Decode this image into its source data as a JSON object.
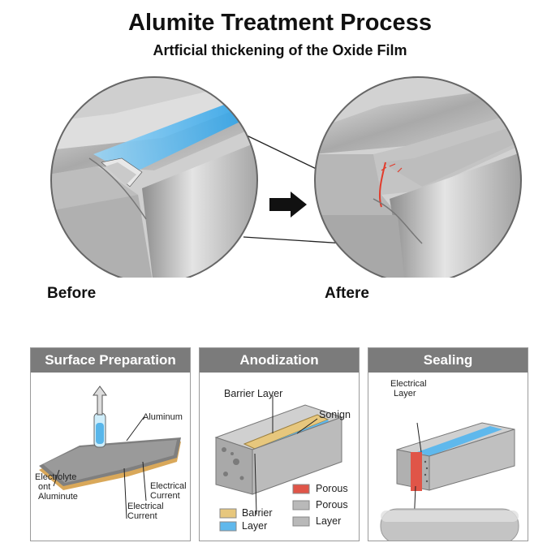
{
  "title": "Alumite Treatment Process",
  "subtitle": "Artficial thickening of the Oxide Film",
  "before_label": "Before",
  "after_label": "Aftere",
  "colors": {
    "panel_header": "#7b7b7b",
    "blue_layer": "#5fb8ec",
    "gold_layer": "#d9b96a",
    "red_layer": "#e05548",
    "metal": "#b9b9b9"
  },
  "panels": [
    {
      "header": "Surface Preparation",
      "labels": {
        "aluminum": "Aluminum",
        "electrolyte": "Electrolyte",
        "ont": "ont",
        "aluminute": "Aluminute",
        "electrical_current_a": "Electrical",
        "current_a": "Current",
        "electrical_current_b": "Electrical",
        "current_b": "Current"
      }
    },
    {
      "header": "Anodization",
      "labels": {
        "barrier_layer": "Barrier Layer",
        "sonign": "Sonign",
        "legend_barrier": "Barrier",
        "legend_layer": "Layer",
        "legend_porous_1": "Porous",
        "legend_porous_2": "Porous",
        "legend_layer_2": "Layer"
      }
    },
    {
      "header": "Sealing",
      "labels": {
        "electrical": "Electrical",
        "layer": "Layer"
      }
    }
  ]
}
